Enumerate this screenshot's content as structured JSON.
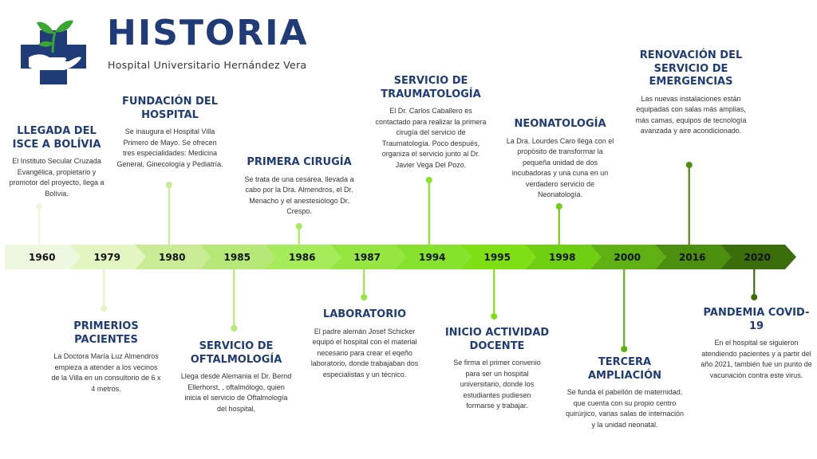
{
  "header": {
    "title": "HISTORIA",
    "subtitle": "Hospital Universitario Hernández Vera"
  },
  "logo": {
    "icon": "hospital-cross-hand-plant",
    "cross_color": "#1f3b78",
    "plant_color": "#3aa635"
  },
  "timeline": {
    "years": [
      "1960",
      "1979",
      "1980",
      "1985",
      "1986",
      "1987",
      "1994",
      "1995",
      "1998",
      "2000",
      "2016",
      "2020"
    ],
    "colors": [
      "#eef7df",
      "#e3f6c2",
      "#c9eb95",
      "#b5e877",
      "#a6ec5a",
      "#95e640",
      "#86e22c",
      "#7ee014",
      "#6fcf12",
      "#5fb012",
      "#4c8f0e",
      "#3b6d0b"
    ]
  },
  "events": {
    "isce": {
      "title": "LLEGADA DEL ISCE A BOLÍVIA",
      "desc": "El Instituto Secular Cruzada Evangélica, propietario y promotor del proyecto, llega a Bolívia."
    },
    "primeros": {
      "title": "PRIMERIOS PACIENTES",
      "desc": "La Doctora María Luz Almendros empieza a atender a los vecinos de la Villa en un consultorio de 6 x 4 metros."
    },
    "fundacion": {
      "title": "FUNDACIÓN DEL HOSPITAL",
      "desc": "Se inaugura el Hospital Villa Primero de Mayo. Se ofrecen tres especialidades: Medicina General, Ginecología y Pediatría."
    },
    "oftalmologia": {
      "title": "SERVICIO DE OFTALMOLOGÍA",
      "desc": "Llega desde Alemania el Dr. Bernd Ellerhorst, , oftalmólogo, quien inicia el servicio de Oftalmología del hospital,"
    },
    "cirugia": {
      "title": "PRIMERA CIRUGÍA",
      "desc": "Se trata de una cesárea, llevada a cabo por la Dra. Almendros, el Dr. Menacho y el anestesiólogo Dr. Crespo."
    },
    "laboratorio": {
      "title": "LABORATORIO",
      "desc": "El padre alemán Josef Schicker equipó el hospital con el material necesario para crear el eqeño laboratorio, donde trabajaban dos especialistas y un técnico."
    },
    "traumatologia": {
      "title": "SERVICIO DE TRAUMATOLOGÍA",
      "desc": "El Dr. Carlos Caballero es contactado para realizar la primera cirugía del servicio de Traumatología. Poco después, organiza el servicio junto al Dr. Javier Vega Del Pozo."
    },
    "docente": {
      "title": "INICIO ACTIVIDAD DOCENTE",
      "desc": "Se firma el primer convenio para ser un hospital universitario, donde los estudiantes pudiesen formarse y trabajar."
    },
    "neonatologia": {
      "title": "NEONATOLOGÍA",
      "desc": "La Dra. Lourdes Caro llega con el propósito de transformar la pequeña unidad de dos incubadoras y una cuna en un verdadero servicio de Neonatología."
    },
    "ampliacion": {
      "title": "TERCERA AMPLIACIÓN",
      "desc": "Se funda el pabellón de maternidad, que cuenta con su propio centro quirúrjico, varias salas de internación y la unidad neonatal."
    },
    "emergencias": {
      "title": "RENOVACIÓN DEL SERVICIO DE EMERGENCIAS",
      "desc": "Las nuevas instalaciones están equipadas con salas más amplias, más camas, equipos de tecnología avanzada y aire acondicionado."
    },
    "pandemia": {
      "title": "PANDEMIA COVID-19",
      "desc": "En el hospital se siguieron atendiendo pacientes y a partir del año 2021, también fue un punto de vacunación contra este virus."
    }
  }
}
